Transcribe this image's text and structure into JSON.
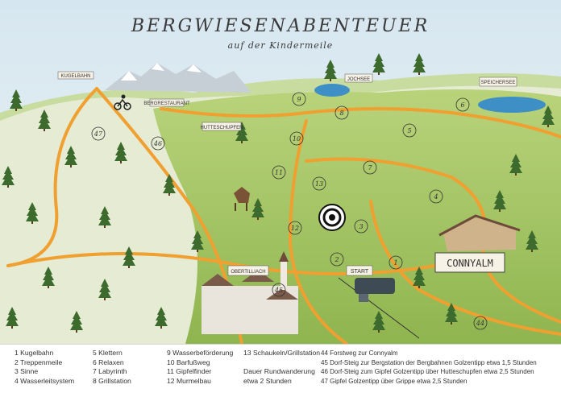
{
  "title": "BERGWIESENABENTEUER",
  "subtitle": "auf der Kindermeile",
  "places": {
    "kugelbahn": "KUGELBAHN",
    "bergrestaurant": "BERGRESTAURANT",
    "hutteschupfen": "HUTTESCHUPFEN",
    "jochsee": "JOCHSEE",
    "speichersee": "SPEICHERSEE",
    "obertilliach": "OBERTILLIACH",
    "start": "START",
    "connyalm": "CONNYALM"
  },
  "markers": [
    "1",
    "2",
    "3",
    "4",
    "5",
    "6",
    "7",
    "8",
    "9",
    "10",
    "11",
    "12",
    "13",
    "44",
    "45",
    "46",
    "47"
  ],
  "legend": {
    "col1": [
      "1 Kugelbahn",
      "2 Treppenmeile",
      "3 Sinne",
      "4 Wasserleitsystem"
    ],
    "col2": [
      "5 Klettern",
      "6 Relaxen",
      "7 Labyrinth",
      "8 Grillstation"
    ],
    "col3": [
      "9 Wasserbeförderung",
      "10 Barfußweg",
      "11 Gipfelfinder",
      "12 Murmelbau"
    ],
    "col4": [
      "13 Schaukeln/Grillstation",
      "",
      "Dauer Rundwanderung",
      "etwa 2 Stunden"
    ],
    "col5": [
      "44 Forstweg zur Connyalm",
      "45 Dorf-Steig zur Bergstation der Bergbahnen Golzentipp etwa 1,5 Stunden",
      "46 Dorf-Steig zum Gipfel Golzentipp über Hutteschupfen etwa 2,5 Stunden",
      "47 Gipfel Golzentipp über Grippe etwa 2,5 Stunden"
    ]
  },
  "colors": {
    "sky": "#dbe9f2",
    "meadow": "#a9c86a",
    "forest": "#3f6b2f",
    "trail": "#f0a030",
    "water": "#3d8fc6"
  },
  "icons": [
    "mountain-icon",
    "tree-icon",
    "lake-icon",
    "gondola-icon",
    "deer-icon",
    "cyclist-icon",
    "signpost-icon"
  ]
}
